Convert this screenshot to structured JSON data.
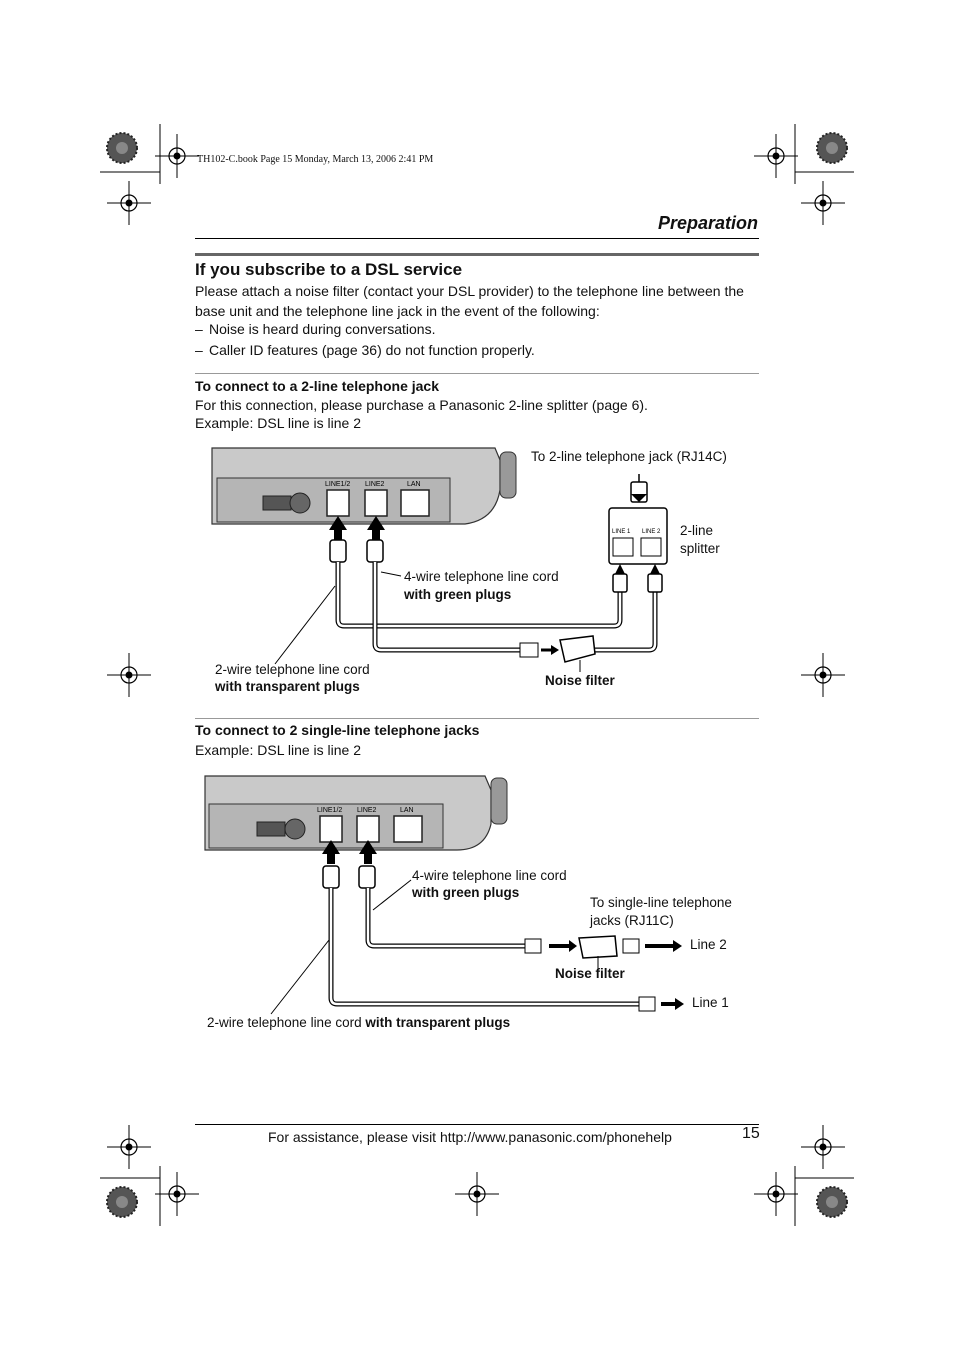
{
  "print_header": "TH102-C.book  Page 15  Monday, March 13, 2006  2:41 PM",
  "section_label": "Preparation",
  "dsl": {
    "title": "If you subscribe to a DSL service",
    "intro": "Please attach a noise filter (contact your DSL provider) to the telephone line between the base unit and the telephone line jack in the event of the following:",
    "bullets": [
      "Noise is heard during conversations.",
      "Caller ID features (page 36) do not function properly."
    ],
    "bullet_mark": "–"
  },
  "two_line": {
    "heading": "To connect to a 2-line telephone jack",
    "para1": "For this connection, please purchase a Panasonic 2-line splitter (page 6).",
    "para2": "Example: DSL line is line 2",
    "port_labels": [
      "LINE1/2",
      "LINE2",
      "LAN"
    ],
    "jack_label": "To 2-line telephone jack (RJ14C)",
    "splitter_label_1": "2-line",
    "splitter_label_2": "splitter",
    "splitter_ports": [
      "LINE 1",
      "LINE 2"
    ],
    "cord4_label": "4-wire telephone line cord",
    "cord4_bold": "with green plugs",
    "cord2_label": "2-wire telephone line cord",
    "cord2_bold": "with transparent plugs",
    "noise_filter": "Noise filter"
  },
  "single_line": {
    "heading": "To connect to 2 single-line telephone jacks",
    "para": "Example: DSL line is line 2",
    "port_labels": [
      "LINE1/2",
      "LINE2",
      "LAN"
    ],
    "cord4_label": "4-wire telephone line cord",
    "cord4_bold": "with green plugs",
    "jacks_label_1": "To single-line telephone",
    "jacks_label_2": "jacks (RJ11C)",
    "line2": "Line 2",
    "line1": "Line 1",
    "noise_filter": "Noise filter",
    "cord2_label": "2-wire telephone line cord ",
    "cord2_bold": "with transparent plugs"
  },
  "footer": {
    "assist": "For assistance, please visit http://www.panasonic.com/phonehelp",
    "page_number": "15"
  }
}
